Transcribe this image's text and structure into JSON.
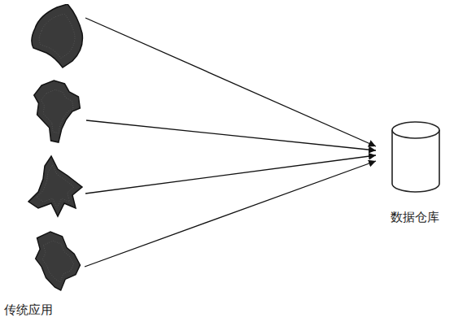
{
  "diagram": {
    "nodes": [
      {
        "text": []
      },
      {
        "text": []
      },
      {
        "text": []
      },
      {
        "text": [
          "传统应用"
        ]
      },
      {
        "text": [
          "数据仓库"
        ]
      }
    ],
    "edges": [
      {
        "from": 0,
        "to": 4,
        "arrow": "to"
      },
      {
        "from": 1,
        "to": 4,
        "arrow": "to"
      },
      {
        "from": 2,
        "to": 4,
        "arrow": "to"
      },
      {
        "from": 3,
        "to": 4,
        "arrow": "to"
      }
    ]
  }
}
